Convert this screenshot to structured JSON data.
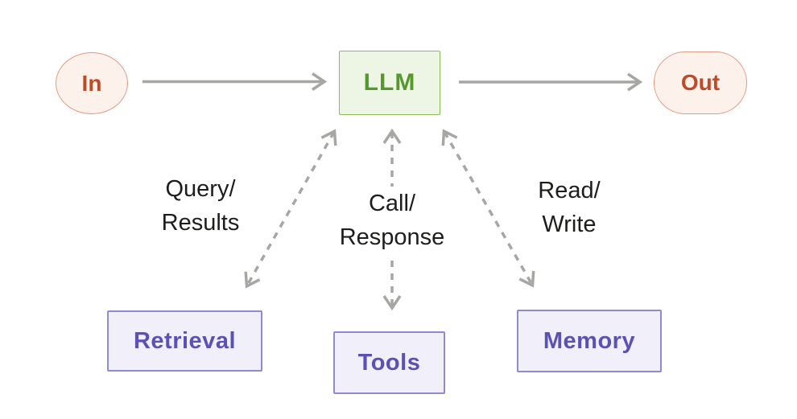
{
  "nodes": {
    "in": "In",
    "llm": "LLM",
    "out": "Out",
    "retrieval": "Retrieval",
    "tools": "Tools",
    "memory": "Memory"
  },
  "edge_labels": {
    "query_results": [
      "Query/",
      "Results"
    ],
    "call_response": [
      "Call/",
      "Response"
    ],
    "read_write": [
      "Read/",
      "Write"
    ]
  },
  "colors": {
    "background": "#ffffff",
    "io-fill": "#fdf1ec",
    "io-border": "#e49a81",
    "io-text": "#c04a28",
    "llm-fill": "#edf5e5",
    "llm-border": "#85be55",
    "llm-text": "#56982e",
    "module-fill": "#f0effa",
    "module-border": "#908ad2",
    "module-text": "#5b51b5",
    "arrow": "#a6a6a3",
    "label-text": "#1d1d1b"
  }
}
